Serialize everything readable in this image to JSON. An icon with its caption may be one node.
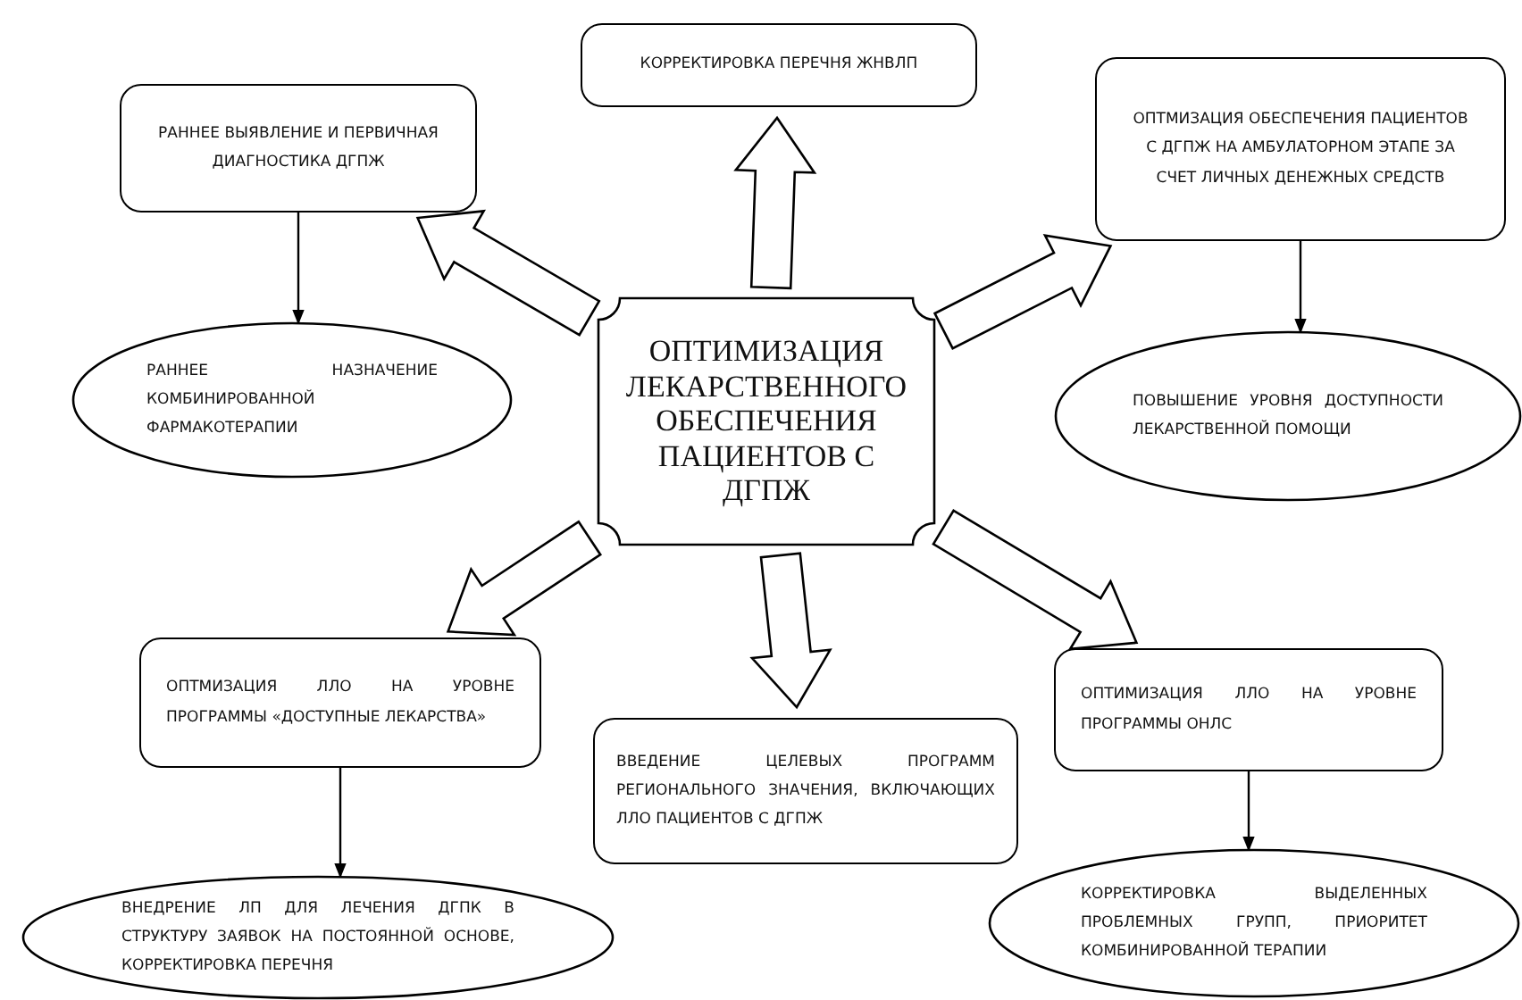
{
  "diagram": {
    "nodes": [
      {
        "text": [
          "ОПТИМИЗАЦИЯ ЛЕКАРСТВЕННОГО ОБЕСПЕЧЕНИЯ ПАЦИЕНТОВ С ДГПЖ"
        ]
      },
      {
        "text": [
          "РАННЕЕ ВЫЯВЛЕНИЕ И ПЕРВИЧНАЯ ДИАГНОСТИКА ДГПЖ"
        ]
      },
      {
        "text": [
          "КОРРЕКТИРОВКА ПЕРЕЧНЯ ЖНВЛП"
        ]
      },
      {
        "text": [
          "ОПТМИЗАЦИЯ ОБЕСПЕЧЕНИЯ ПАЦИЕНТОВ С ДГПЖ НА АМБУЛАТОРНОМ ЭТАПЕ ЗА СЧЕТ ЛИЧНЫХ ДЕНЕЖНЫХ СРЕДСТВ"
        ]
      },
      {
        "text": [
          "РАННЕЕ НАЗНАЧЕНИЕ КОМБИНИРОВАННОЙ ФАРМАКОТЕРАПИИ"
        ]
      },
      {
        "text": [
          "ПОВЫШЕНИЕ УРОВНЯ ДОСТУПНОСТИ ЛЕКАРСТВЕННОЙ ПОМОЩИ"
        ]
      },
      {
        "text": [
          "ОПТМИЗАЦИЯ ЛЛО НА УРОВНЕ ПРОГРАММЫ «ДОСТУПНЫЕ ЛЕКАРСТВА»"
        ]
      },
      {
        "text": [
          "ВВЕДЕНИЕ ЦЕЛЕВЫХ ПРОГРАММ РЕГИОНАЛЬНОГО ЗНАЧЕНИЯ, ВКЛЮЧАЮЩИХ ЛЛО ПАЦИЕНТОВ С ДГПЖ"
        ]
      },
      {
        "text": [
          "ОПТИМИЗАЦИЯ ЛЛО НА УРОВНЕ ПРОГРАММЫ ОНЛС"
        ]
      },
      {
        "text": [
          "ВНЕДРЕНИЕ ЛП ДЛЯ ЛЕЧЕНИЯ ДГПК В СТРУКТУРУ ЗАЯВОК НА ПОСТОЯННОЙ ОСНОВЕ, КОРРЕКТИРОВКА ПЕРЕЧНЯ"
        ]
      },
      {
        "text": [
          "КОРРЕКТИРОВКА ВЫДЕЛЕННЫХ ПРОБЛЕМНЫХ ГРУПП, ПРИОРИТЕТ КОМБИНИРОВАННОЙ ТЕРАПИИ"
        ]
      }
    ],
    "edges": [
      {
        "from": 0,
        "to": 1,
        "arrow": "to",
        "style": "thick"
      },
      {
        "from": 0,
        "to": 2,
        "arrow": "to",
        "style": "thick"
      },
      {
        "from": 0,
        "to": 3,
        "arrow": "to",
        "style": "thick"
      },
      {
        "from": 0,
        "to": 6,
        "arrow": "to",
        "style": "thick"
      },
      {
        "from": 0,
        "to": 7,
        "arrow": "to",
        "style": "thick"
      },
      {
        "from": 0,
        "to": 8,
        "arrow": "to",
        "style": "thick"
      },
      {
        "from": 1,
        "to": 4,
        "arrow": "to"
      },
      {
        "from": 3,
        "to": 5,
        "arrow": "to"
      },
      {
        "from": 6,
        "to": 9,
        "arrow": "to"
      },
      {
        "from": 8,
        "to": 10,
        "arrow": "to"
      }
    ]
  }
}
